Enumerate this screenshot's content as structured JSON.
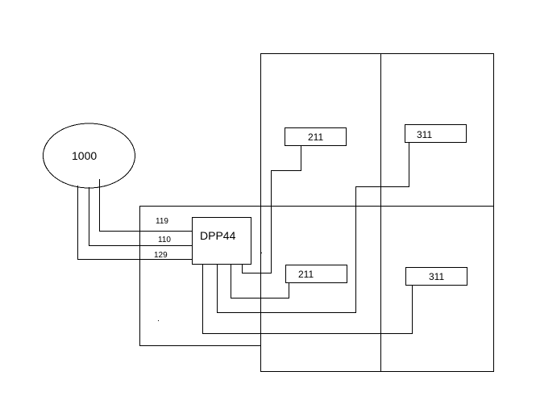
{
  "ellipse": {
    "label": "1000"
  },
  "device": {
    "label": "DPP44"
  },
  "wires": {
    "w1": "119",
    "w2": "110",
    "w3": "129"
  },
  "boxes": {
    "top_left": "211",
    "top_right": "311",
    "bottom_left": "211",
    "bottom_right": "311"
  }
}
